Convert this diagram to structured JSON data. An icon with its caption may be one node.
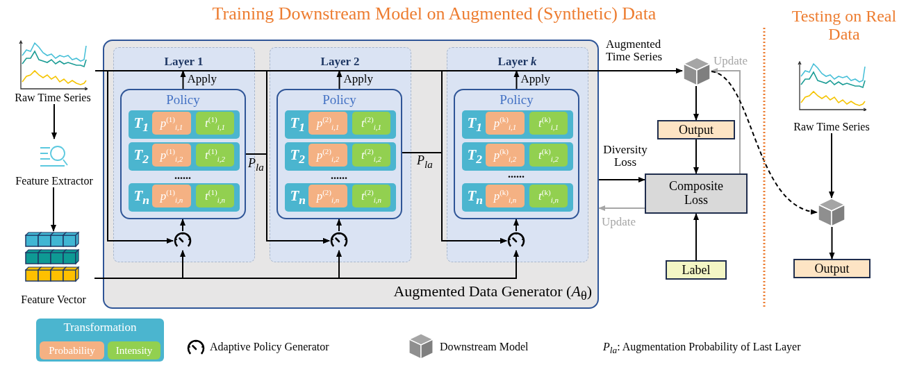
{
  "diagram": {
    "nodes": [
      {
        "text": [
          "Raw Time Series"
        ]
      },
      {
        "text": [
          "Feature Extractor"
        ]
      },
      {
        "text": [
          "Feature Vector"
        ]
      },
      {
        "text": [
          "Augmented Data Generator (*A*$_{θ}$)"
        ]
      },
      {
        "text": [
          "Layer 1"
        ],
        "in": 3
      },
      {
        "text": [
          "Policy"
        ],
        "in": 4
      },
      {
        "text": [
          "T$_{1}$"
        ],
        "in": 5
      },
      {
        "text": [
          "p$^{(1)}$$_{i,1}$"
        ],
        "in": 6
      },
      {
        "text": [
          "t$^{(1)}$$_{i,1}$"
        ],
        "in": 6
      },
      {
        "text": [
          "T$_{2}$"
        ],
        "in": 5
      },
      {
        "text": [
          "p$^{(1)}$$_{i,2}$"
        ],
        "in": 9
      },
      {
        "text": [
          "t$^{(1)}$$_{i,2}$"
        ],
        "in": 9
      },
      {
        "text": [
          "T$_{n}$"
        ],
        "in": 5
      },
      {
        "text": [
          "p$^{(1)}$$_{i,n}$"
        ],
        "in": 12
      },
      {
        "text": [
          "t$^{(1)}$$_{i,n}$"
        ],
        "in": 12
      },
      {
        "text": [],
        "shape": "gauge",
        "in": 4
      },
      {
        "text": [
          "Layer 2"
        ],
        "in": 3
      },
      {
        "text": [
          "Policy"
        ],
        "in": 16
      },
      {
        "text": [
          "T$_{1}$"
        ],
        "in": 17
      },
      {
        "text": [
          "p$^{(2)}$$_{i,1}$"
        ],
        "in": 18
      },
      {
        "text": [
          "t$^{(2)}$$_{i,1}$"
        ],
        "in": 18
      },
      {
        "text": [
          "T$_{2}$"
        ],
        "in": 17
      },
      {
        "text": [
          "p$^{(2)}$$_{i,2}$"
        ],
        "in": 21
      },
      {
        "text": [
          "t$^{(2)}$$_{i,2}$"
        ],
        "in": 21
      },
      {
        "text": [
          "T$_{n}$"
        ],
        "in": 17
      },
      {
        "text": [
          "p$^{(2)}$$_{i,n}$"
        ],
        "in": 24
      },
      {
        "text": [
          "t$^{(2)}$$_{i,n}$"
        ],
        "in": 24
      },
      {
        "text": [],
        "shape": "gauge",
        "in": 16
      },
      {
        "text": [
          "Layer *k*"
        ],
        "in": 3
      },
      {
        "text": [
          "Policy"
        ],
        "in": 28
      },
      {
        "text": [
          "T$_{1}$"
        ],
        "in": 29
      },
      {
        "text": [
          "p$^{(k)}$$_{i,1}$"
        ],
        "in": 30
      },
      {
        "text": [
          "t$^{(k)}$$_{i,1}$"
        ],
        "in": 30
      },
      {
        "text": [
          "T$_{2}$"
        ],
        "in": 29
      },
      {
        "text": [
          "p$^{(k)}$$_{i,2}$"
        ],
        "in": 33
      },
      {
        "text": [
          "t$^{(k)}$$_{i,2}$"
        ],
        "in": 33
      },
      {
        "text": [
          "T$_{n}$"
        ],
        "in": 29
      },
      {
        "text": [
          "p$^{(k)}$$_{i,n}$"
        ],
        "in": 36
      },
      {
        "text": [
          "t$^{(k)}$$_{i,n}$"
        ],
        "in": 36
      },
      {
        "text": [],
        "shape": "gauge",
        "in": 28
      },
      {
        "text": [],
        "shape": "cube"
      },
      {
        "text": [
          "Output"
        ]
      },
      {
        "text": [
          "Composite Loss"
        ]
      },
      {
        "text": [
          "Label"
        ]
      },
      {
        "text": [
          "Raw Time Series"
        ]
      },
      {
        "text": [],
        "shape": "cube"
      },
      {
        "text": [
          "Output"
        ]
      }
    ],
    "edges": [
      {
        "from": 0,
        "to": 40,
        "arrow": "to",
        "label": "Augmented Time Series"
      },
      {
        "from": 0,
        "to": 15,
        "arrow": "to"
      },
      {
        "from": 0,
        "to": 27,
        "arrow": "to"
      },
      {
        "from": 0,
        "to": 39,
        "arrow": "to"
      },
      {
        "from": 2,
        "to": 15,
        "arrow": "to"
      },
      {
        "from": 2,
        "to": 27,
        "arrow": "to"
      },
      {
        "from": 2,
        "to": 39,
        "arrow": "to"
      },
      {
        "from": 15,
        "to": 5,
        "arrow": "to"
      },
      {
        "from": 27,
        "to": 17,
        "arrow": "to"
      },
      {
        "from": 39,
        "to": 29,
        "arrow": "to"
      },
      {
        "from": 5,
        "to": null,
        "arrow": "to",
        "label": "Apply"
      },
      {
        "from": 17,
        "to": null,
        "arrow": "to",
        "label": "Apply"
      },
      {
        "from": 29,
        "to": null,
        "arrow": "to",
        "label": "Apply"
      },
      {
        "from": 5,
        "to": 27,
        "arrow": "to",
        "label": "P$_{la}$"
      },
      {
        "from": 17,
        "to": 39,
        "arrow": "to",
        "label": "P$_{la}$"
      },
      {
        "from": 0,
        "to": 1,
        "arrow": "to"
      },
      {
        "from": 1,
        "to": 2,
        "arrow": "to"
      },
      {
        "from": 3,
        "to": 42,
        "arrow": "to",
        "label": "Diversity Loss"
      },
      {
        "from": 40,
        "to": 41,
        "arrow": "to"
      },
      {
        "from": 41,
        "to": 42,
        "arrow": "to"
      },
      {
        "from": 43,
        "to": 42,
        "arrow": "to"
      },
      {
        "from": 42,
        "to": 40,
        "arrow": "to",
        "label": "Update",
        "color": "#a6a6a6"
      },
      {
        "from": 42,
        "to": 3,
        "arrow": "to",
        "label": "Update",
        "color": "#a6a6a6"
      },
      {
        "from": 40,
        "to": 45,
        "arrow": "to",
        "style": "dashed"
      },
      {
        "from": 44,
        "to": 45,
        "arrow": "to"
      },
      {
        "from": 45,
        "to": 46,
        "arrow": "to"
      }
    ],
    "labels": [
      "Training Downstream Model on Augmented (Synthetic) Data",
      "Testing on Real Data",
      "......",
      "......",
      "......"
    ],
    "legend": [
      {
        "text": "Transformation",
        "color": "#4bb5cf"
      },
      {
        "text": "Probability",
        "color": "#f4b183"
      },
      {
        "text": "Intensity",
        "color": "#92d050"
      },
      {
        "text": "Adaptive Policy Generator"
      },
      {
        "text": "Downstream Model"
      },
      {
        "text": "*P*$_{la}$: Augmentation Probability of Last Layer"
      }
    ]
  }
}
